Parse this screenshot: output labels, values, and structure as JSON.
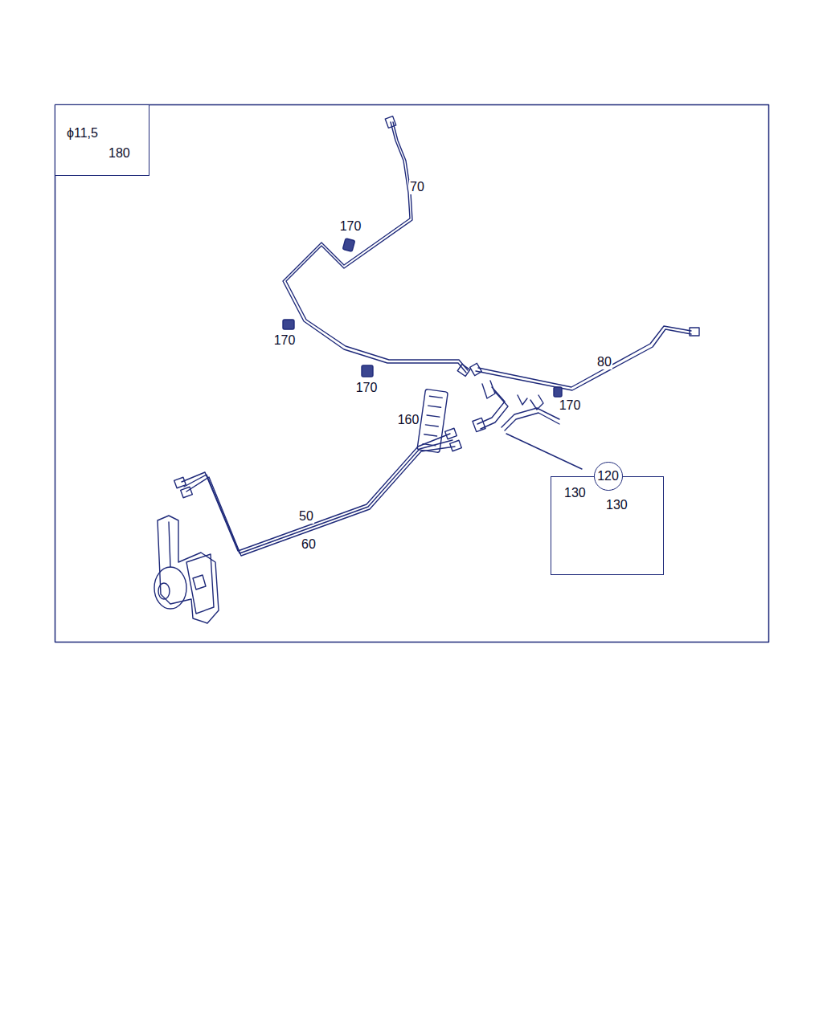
{
  "diagram": {
    "nodes": [
      {
        "text": [
          "ϕ11,5",
          "180"
        ]
      },
      {
        "text": [
          "130",
          "130"
        ]
      },
      {
        "text": [
          "120"
        ]
      }
    ],
    "labels": [
      "70",
      "170",
      "170",
      "170",
      "80",
      "170",
      "160",
      "50",
      "60"
    ]
  }
}
